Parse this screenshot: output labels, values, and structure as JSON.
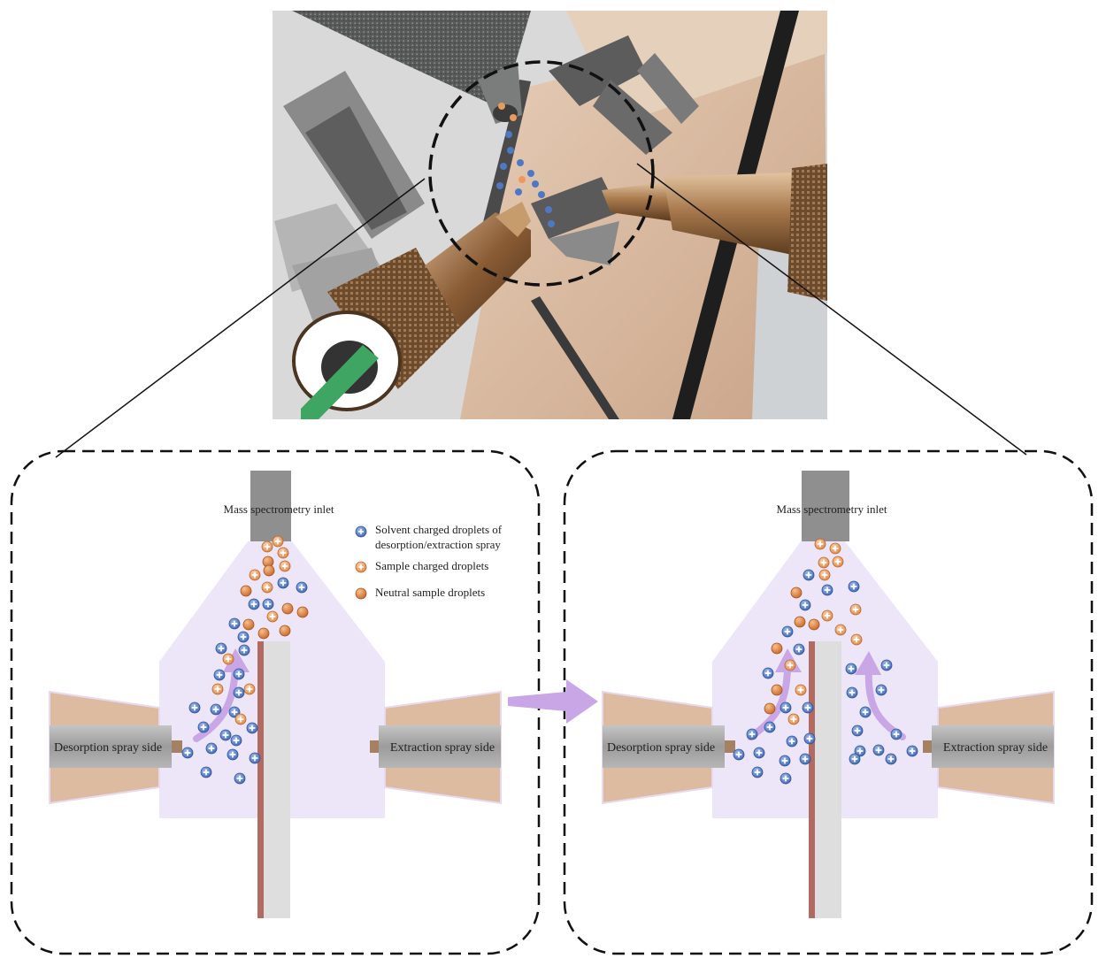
{
  "colors": {
    "plume": "#ede6f8",
    "nozzle": "#dcbba0",
    "capillary": "#a6a6a6",
    "arrow": "#c9a6e6",
    "plate_line": "#b26b62",
    "plate": "#dedede",
    "solvent_droplet": "#4f78c4",
    "sample_droplet": "#ec9a5b",
    "neutral_droplet": "#e08a45"
  },
  "photo": {
    "icon": "sprayer-photo-illustration"
  },
  "panels": [
    {
      "inlet_label": "Mass spectrometry inlet",
      "desorption_label": "Desorption spray side",
      "extraction_label": "Extraction spray side"
    },
    {
      "inlet_label": "Mass spectrometry inlet",
      "desorption_label": "Desorption spray side",
      "extraction_label": "Extraction spray side"
    }
  ],
  "legend": [
    {
      "type": "solvent",
      "text_lines": [
        "Solvent charged droplets of",
        "desorption/extraction spray"
      ]
    },
    {
      "type": "sample",
      "text_lines": [
        "Sample charged droplets"
      ]
    },
    {
      "type": "neutral",
      "text_lines": [
        "Neutral sample droplets"
      ]
    }
  ]
}
